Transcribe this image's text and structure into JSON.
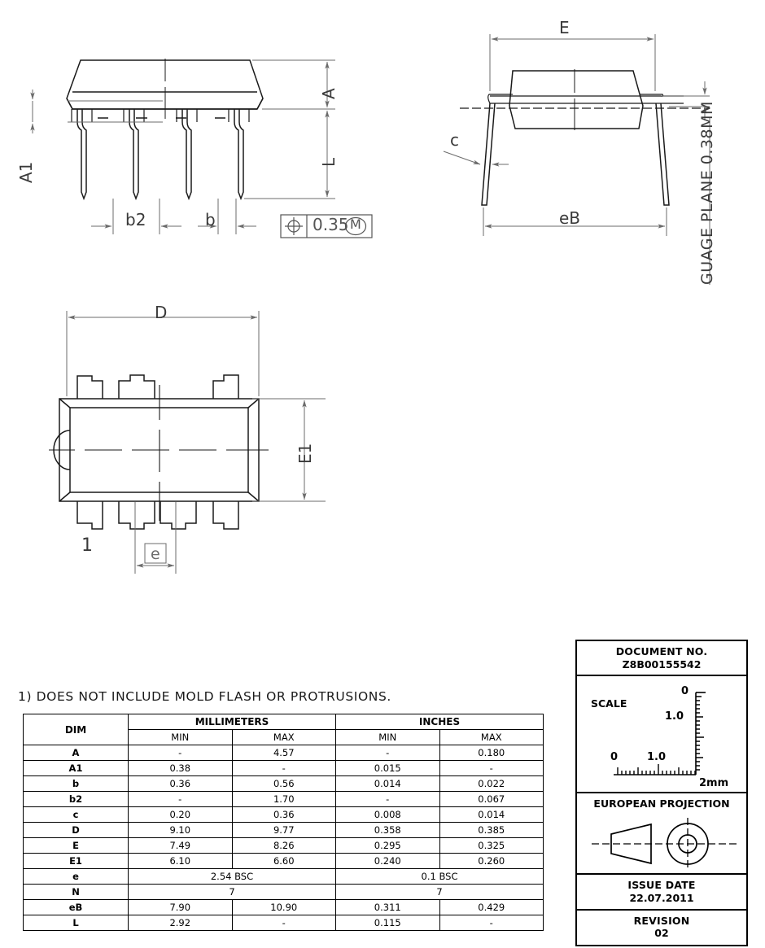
{
  "note": "1) DOES NOT INCLUDE MOLD FLASH OR PROTRUSIONS.",
  "views": {
    "front": {
      "dims": [
        "A",
        "A1",
        "L",
        "b",
        "b2"
      ],
      "labels": {
        "A": "A",
        "A1": "A1",
        "L": "L",
        "b": "b",
        "b2": "b2"
      },
      "fcf": {
        "symbol": "position-symbol",
        "tolerance": "0.35",
        "modifier": "M"
      }
    },
    "end": {
      "labels": {
        "E": "E",
        "eB": "eB",
        "c": "c",
        "gauge_plane": "GUAGE PLANE 0.38MM"
      }
    },
    "top": {
      "labels": {
        "D": "D",
        "E1": "E1",
        "e": "e",
        "pin1": "1"
      }
    }
  },
  "table": {
    "columns": {
      "dim": "DIM",
      "millimeters": "MILLIMETERS",
      "inches": "INCHES",
      "min": "MIN",
      "max": "MAX"
    },
    "rows": [
      {
        "dim": "A",
        "mm_min": "-",
        "mm_max": "4.57",
        "in_min": "-",
        "in_max": "0.180",
        "span": false
      },
      {
        "dim": "A1",
        "mm_min": "0.38",
        "mm_max": "-",
        "in_min": "0.015",
        "in_max": "-",
        "span": false
      },
      {
        "dim": "b",
        "mm_min": "0.36",
        "mm_max": "0.56",
        "in_min": "0.014",
        "in_max": "0.022",
        "span": false
      },
      {
        "dim": "b2",
        "mm_min": "-",
        "mm_max": "1.70",
        "in_min": "-",
        "in_max": "0.067",
        "span": false
      },
      {
        "dim": "c",
        "mm_min": "0.20",
        "mm_max": "0.36",
        "in_min": "0.008",
        "in_max": "0.014",
        "span": false
      },
      {
        "dim": "D",
        "mm_min": "9.10",
        "mm_max": "9.77",
        "in_min": "0.358",
        "in_max": "0.385",
        "span": false
      },
      {
        "dim": "E",
        "mm_min": "7.49",
        "mm_max": "8.26",
        "in_min": "0.295",
        "in_max": "0.325",
        "span": false
      },
      {
        "dim": "E1",
        "mm_min": "6.10",
        "mm_max": "6.60",
        "in_min": "0.240",
        "in_max": "0.260",
        "span": false
      },
      {
        "dim": "e",
        "mm_span": "2.54 BSC",
        "in_span": "0.1 BSC",
        "span": true
      },
      {
        "dim": "N",
        "mm_span": "7",
        "in_span": "7",
        "span": true
      },
      {
        "dim": "eB",
        "mm_min": "7.90",
        "mm_max": "10.90",
        "in_min": "0.311",
        "in_max": "0.429",
        "span": false
      },
      {
        "dim": "L",
        "mm_min": "2.92",
        "mm_max": "-",
        "in_min": "0.115",
        "in_max": "-",
        "span": false
      }
    ]
  },
  "title_block": {
    "document_no_label": "DOCUMENT NO.",
    "document_no_value": "Z8B00155542",
    "scale_label": "SCALE",
    "scale_ticks": {
      "h_zero": "0",
      "h_one": "1.0",
      "v_zero": "0",
      "v_one": "1.0",
      "corner": "2mm"
    },
    "projection_label": "EUROPEAN PROJECTION",
    "issue_date_label": "ISSUE DATE",
    "issue_date_value": "22.07.2011",
    "revision_label": "REVISION",
    "revision_value": "02"
  },
  "colors": {
    "line": "#1a1a1a",
    "dim_line": "#6b6b6b",
    "dim_text": "#3a3a3a",
    "background": "#ffffff"
  }
}
